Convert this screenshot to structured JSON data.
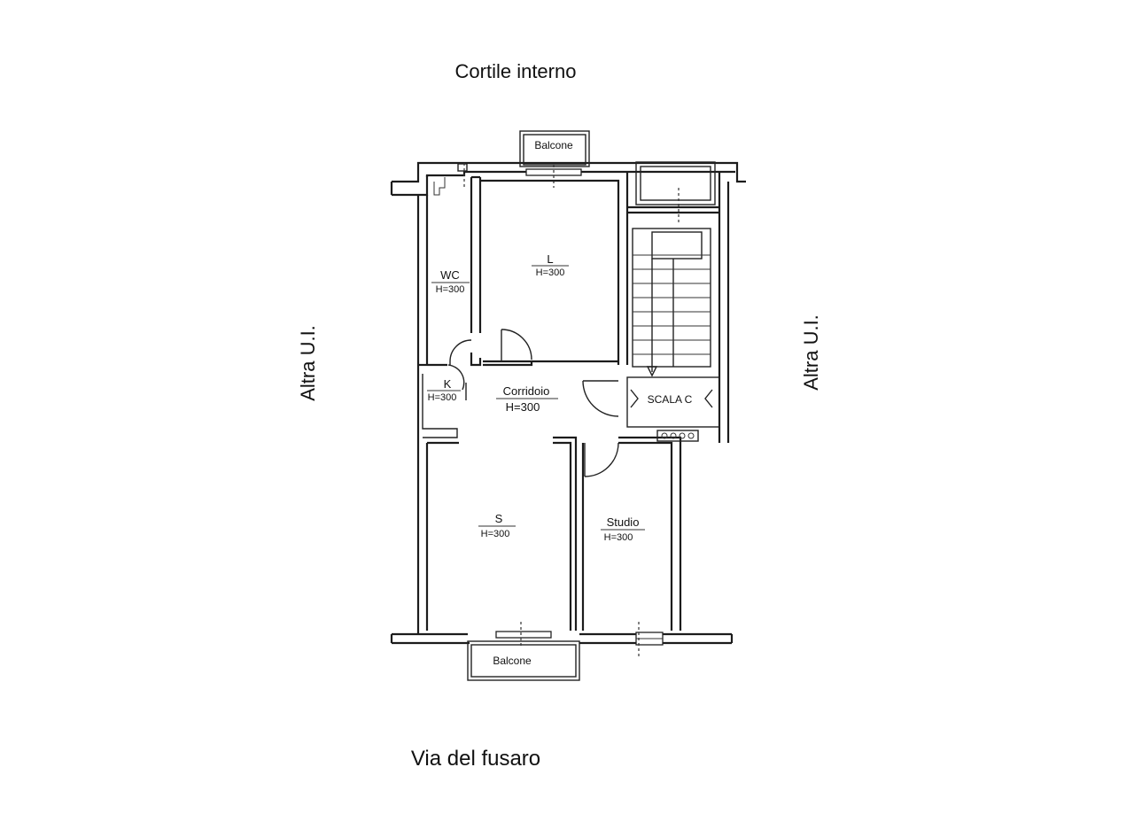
{
  "context": {
    "top": "Cortile interno",
    "bottom": "Via del fusaro",
    "left": "Altra U.I.",
    "right": "Altra U.I."
  },
  "balconies": {
    "top": "Balcone",
    "bottom": "Balcone"
  },
  "rooms": {
    "wc": {
      "name": "WC",
      "height": "H=300"
    },
    "living": {
      "name": "L",
      "height": "H=300"
    },
    "kitchen": {
      "name": "K",
      "height": "H=300"
    },
    "corridor": {
      "name": "Corridoio",
      "height": "H=300"
    },
    "sitting": {
      "name": "S",
      "height": "H=300"
    },
    "studio": {
      "name": "Studio",
      "height": "H=300"
    }
  },
  "stair": {
    "label": "SCALA C"
  }
}
